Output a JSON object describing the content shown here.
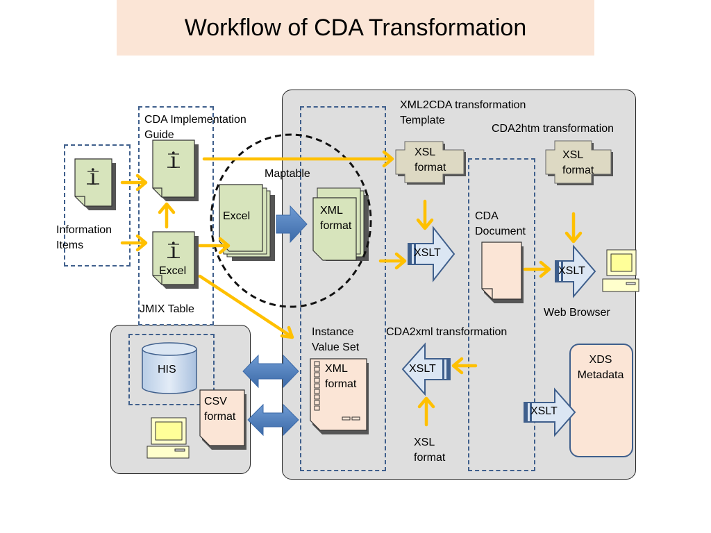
{
  "title": "Workflow of CDA Transformation",
  "labels": {
    "cda_impl_guide": "CDA Implementation\nGuide",
    "information_items": "Information\nItems",
    "excel_jmix": "Excel",
    "jmix_table": "JMIX Table",
    "maptable": "Maptable",
    "excel_maptable": "Excel",
    "xml_format_mapped": "XML\nformat",
    "xml2cda_template": "XML2CDA transformation\nTemplate",
    "xsl_format_1": "XSL\nformat",
    "xslt_1": "XSLT",
    "cda2htm": "CDA2htm transformation",
    "xsl_format_2": "XSL\nformat",
    "cda_document": "CDA\nDocument",
    "xslt_2": "XSLT",
    "web_browser": "Web Browser",
    "instance_value_set": "Instance\nValue Set",
    "xml_format_instance": "XML\nformat",
    "cda2xml": "CDA2xml transformation",
    "xslt_3": "XSLT",
    "xsl_format_3": "XSL\nformat",
    "xds_metadata": "XDS\nMetadata",
    "xslt_4": "XSLT",
    "his": "HIS",
    "csv_format": "CSV\nformat"
  },
  "colors": {
    "title_band": "#fbe5d6",
    "panel": "#dedede",
    "dashed_border": "#3f5f8c",
    "yellow_arrow": "#ffc000",
    "blue_arrow": "#4f81bd",
    "green_doc": "#d7e4bc",
    "peach_doc": "#fbe5d6",
    "tan_plus": "#ddd9c3"
  }
}
